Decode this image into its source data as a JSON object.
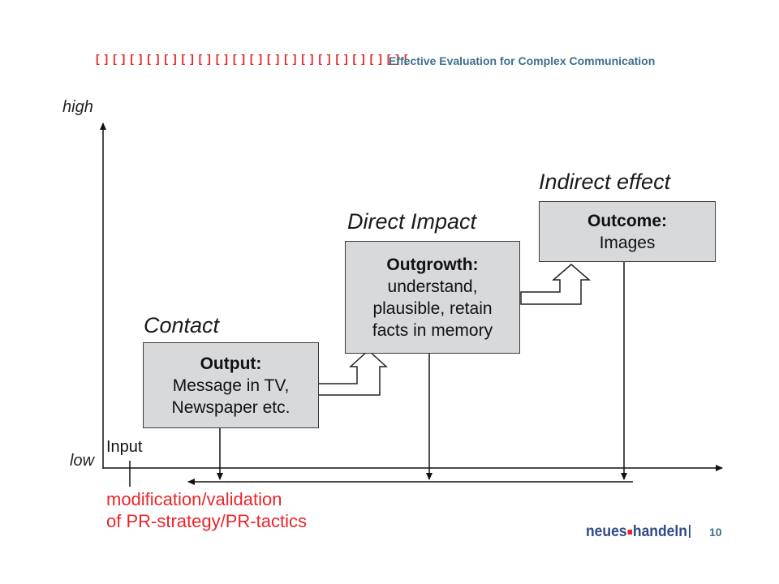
{
  "header": {
    "brackets": "[ ] [ ] [ ] [ ] [ ] [ ] [ ] [ ] [ ] [ ] [ ] [ ] [ ] [ ] [ ] [ ] [ ] [ ] [",
    "title": "Effective Evaluation for Complex Communication"
  },
  "axis": {
    "high_label": "high",
    "low_label": "low"
  },
  "stages": [
    {
      "title": "Contact",
      "box_heading": "Output:",
      "box_lines": [
        "Message in TV,",
        "Newspaper etc."
      ]
    },
    {
      "title": "Direct Impact",
      "box_heading": "Outgrowth:",
      "box_lines": [
        "understand,",
        "plausible, retain",
        "facts in memory"
      ]
    },
    {
      "title": "Indirect effect",
      "box_heading": "Outcome:",
      "box_lines": [
        "Images"
      ]
    }
  ],
  "input_label": "Input",
  "feedback": {
    "line1": "modification/validation",
    "line2": "of PR-strategy/PR-tactics"
  },
  "footer": {
    "logo_left": "neues",
    "logo_right": "handeln",
    "page_number": "10"
  },
  "colors": {
    "accent_red": "#e8262b",
    "header_blue": "#3e6f8c",
    "box_fill": "#d8d9db",
    "logo_blue": "#2f4a86"
  }
}
